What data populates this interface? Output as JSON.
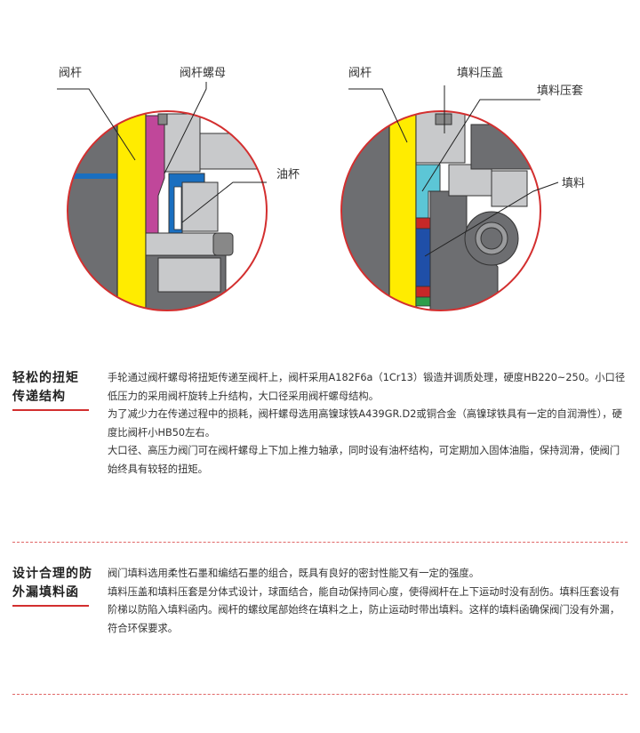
{
  "diagram_left": {
    "label_stem": "阀杆",
    "label_stem_nut": "阀杆螺母",
    "label_oil_cup": "油杯"
  },
  "diagram_right": {
    "label_stem": "阀杆",
    "label_gland": "填料压盖",
    "label_gland_sleeve": "填料压套",
    "label_packing": "填料"
  },
  "section1": {
    "title_line1": "轻松的扭矩",
    "title_line2": "传递结构",
    "paragraphs": [
      "手轮通过阀杆螺母将扭矩传递至阀杆上，阀杆采用A182F6a（1Cr13）锻造并调质处理，硬度HB220~250。小口径低压力的采用阀杆旋转上升结构，大口径采用阀杆螺母结构。",
      "为了减少力在传递过程中的损耗，阀杆螺母选用高镍球铁A439GR.D2或铜合金（高镍球铁具有一定的自润滑性），硬度比阀杆小HB50左右。",
      "大口径、高压力阀门可在阀杆螺母上下加上推力轴承，同时设有油杯结构，可定期加入固体油脂，保持润滑，使阀门始终具有较轻的扭矩。"
    ]
  },
  "section2": {
    "title_line1": "设计合理的防",
    "title_line2": "外漏填料函",
    "paragraphs": [
      "阀门填料选用柔性石墨和编结石墨的组合，既具有良好的密封性能又有一定的强度。",
      "填料压盖和填料压套是分体式设计，球面结合，能自动保持同心度，使得阀杆在上下运动时没有刮伤。填料压套设有阶梯以防陷入填料函内。阀杆的螺纹尾部始终在填料之上，防止运动时带出填料。这样的填料函确保阀门没有外漏，符合环保要求。"
    ]
  },
  "colors": {
    "accent_red": "#d32f2f",
    "stem_yellow": "#ffec00",
    "nut_magenta": "#c0479a",
    "oil_blue": "#1a6fc0",
    "body_gray": "#6d6e71",
    "part_light_gray": "#c8c9cb"
  }
}
